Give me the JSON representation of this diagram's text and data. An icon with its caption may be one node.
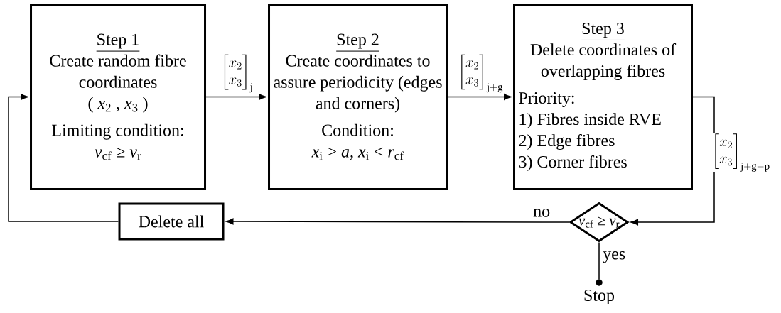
{
  "diagram": {
    "nodes": [
      {
        "text": [
          "Step 1",
          "Create random fibre coordinates",
          "( *x*$_{2}$ , *x*$_{3}$ )",
          "Limiting condition:",
          "*v*$_{cf}$ ≥ *v*$_{r}$"
        ]
      },
      {
        "text": [
          "Step 2",
          "Create coordinates to assure periodicity (edges and corners)",
          "Condition:",
          "*x*$_{i}$ > *a*, *x*$_{i}$ < *r*$_{cf}$"
        ]
      },
      {
        "text": [
          "Step 3",
          "Delete coordinates of overlapping fibres",
          "Priority:",
          "1) Fibres inside RVE",
          "2) Edge fibres",
          "3) Corner fibres"
        ]
      },
      {
        "text": [
          "*v*$_{cf}$ ≥ *v*$_{r}$"
        ]
      },
      {
        "text": [
          "Delete all"
        ]
      },
      {
        "text": [],
        "shape": "circle",
        "beside": [
          "Stop"
        ]
      }
    ],
    "edges": [
      {
        "from": 0,
        "to": 1,
        "arrow": "to",
        "label": "\\begin{bmatrix}x_2\\\\ x_3\\end{bmatrix}_{\\mathrm{j}}"
      },
      {
        "from": 1,
        "to": 2,
        "arrow": "to",
        "label": "\\begin{bmatrix}x_2\\\\ x_3\\end{bmatrix}_{\\mathrm{j+g}}"
      },
      {
        "from": 2,
        "to": 3,
        "arrow": "to",
        "label": "\\begin{bmatrix}x_2\\\\ x_3\\end{bmatrix}_{\\mathrm{j+g-p}}"
      },
      {
        "from": 3,
        "to": 4,
        "arrow": "to",
        "label": "no"
      },
      {
        "from": 4,
        "to": 0,
        "arrow": "to"
      },
      {
        "from": 3,
        "to": 5,
        "arrow": "none",
        "label": "yes"
      }
    ]
  }
}
